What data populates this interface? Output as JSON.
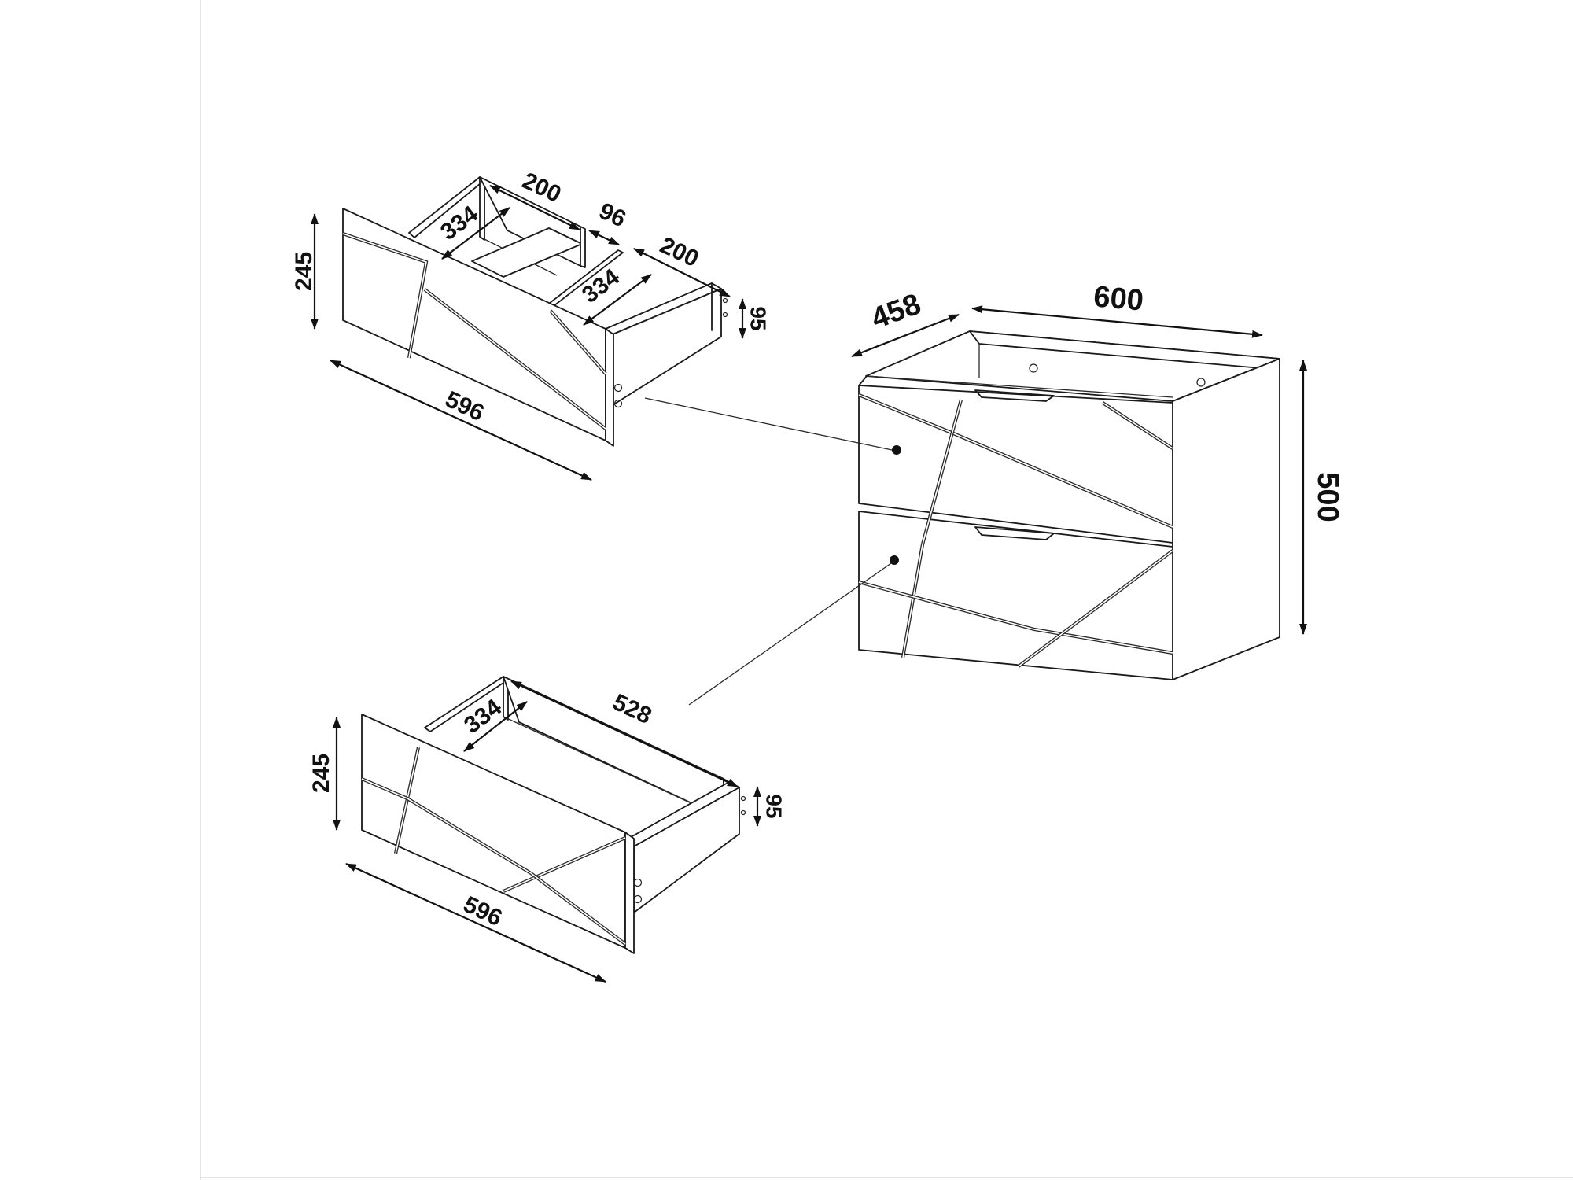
{
  "drawer_top": {
    "height": "245",
    "width": "596",
    "side_height": "95",
    "compartment_left_width": "200",
    "compartment_left_depth": "334",
    "divider_gap": "96",
    "compartment_right_width": "200",
    "compartment_right_depth": "334"
  },
  "drawer_bottom": {
    "height": "245",
    "width": "596",
    "side_height": "95",
    "inner_depth": "334",
    "inner_length": "528"
  },
  "cabinet": {
    "depth": "458",
    "width": "600",
    "height": "500"
  }
}
